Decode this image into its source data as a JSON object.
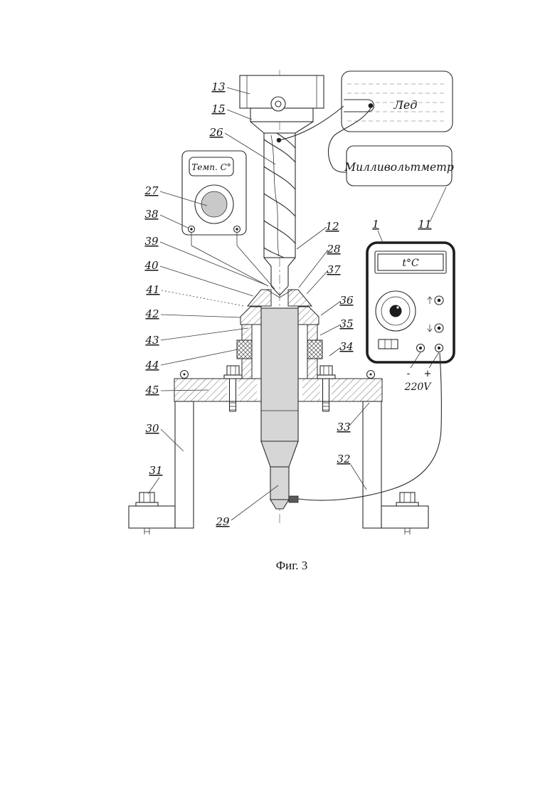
{
  "caption": "Фиг. 3",
  "labels": {
    "ice": "Лед",
    "millivoltmeter": "Милливольтметр",
    "temp_device": "Темп. С°",
    "multimeter_display": "t°C",
    "power_minus": "-",
    "power_plus": "+",
    "power_voltage": "220V"
  },
  "refs": {
    "n13": "13",
    "n15": "15",
    "n26": "26",
    "n27": "27",
    "n38": "38",
    "n39": "39",
    "n40": "40",
    "n41": "41",
    "n42": "42",
    "n43": "43",
    "n44": "44",
    "n45": "45",
    "n30": "30",
    "n31": "31",
    "n29": "29",
    "n12": "12",
    "n28": "28",
    "n37": "37",
    "n36": "36",
    "n35": "35",
    "n34": "34",
    "n33": "33",
    "n32": "32",
    "n1": "1",
    "n11": "11"
  },
  "colors": {
    "ink": "#2a2a2a",
    "spindle_gray": "#d6d6d6",
    "knob_black": "#1c1c1c"
  }
}
